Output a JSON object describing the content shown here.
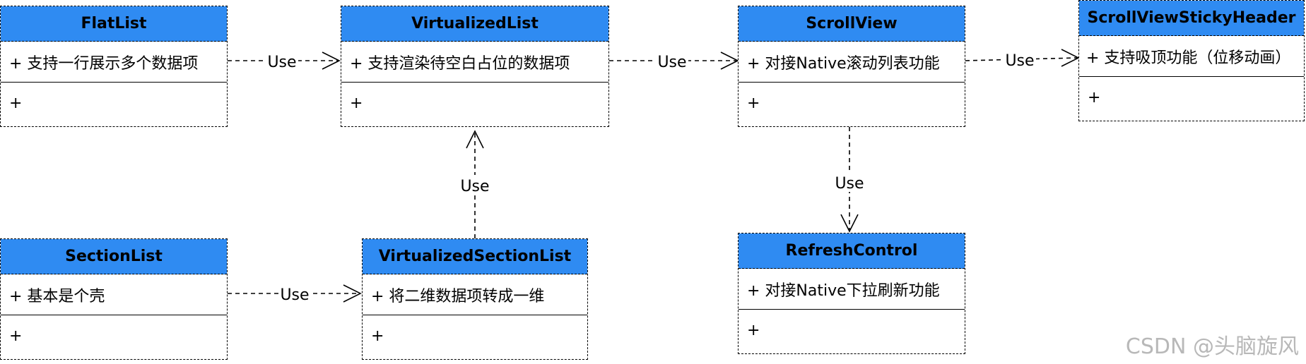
{
  "classes": {
    "flatlist": {
      "name": "FlatList",
      "attr": "+ 支持一行展示多个数据项",
      "ops": "+"
    },
    "virtualizedlist": {
      "name": "VirtualizedList",
      "attr": "+ 支持渲染待空白占位的数据项",
      "ops": "+"
    },
    "scrollview": {
      "name": "ScrollView",
      "attr": "+ 对接Native滚动列表功能",
      "ops": "+"
    },
    "stickyheader": {
      "name": "ScrollViewStickyHeader",
      "attr": "+ 支持吸顶功能（位移动画）",
      "ops": "+"
    },
    "sectionlist": {
      "name": "SectionList",
      "attr": "+ 基本是个壳",
      "ops": "+"
    },
    "virtualizedsectionlist": {
      "name": "VirtualizedSectionList",
      "attr": "+ 将二维数据项转成一维",
      "ops": "+"
    },
    "refreshcontrol": {
      "name": "RefreshControl",
      "attr": "+ 对接Native下拉刷新功能",
      "ops": "+"
    }
  },
  "edges": {
    "e1": "Use",
    "e2": "Use",
    "e3": "Use",
    "e4": "Use",
    "e5": "Use",
    "e6": "Use"
  },
  "watermark": "CSDN @头脑旋风",
  "colors": {
    "header": "#2f8bf2"
  }
}
